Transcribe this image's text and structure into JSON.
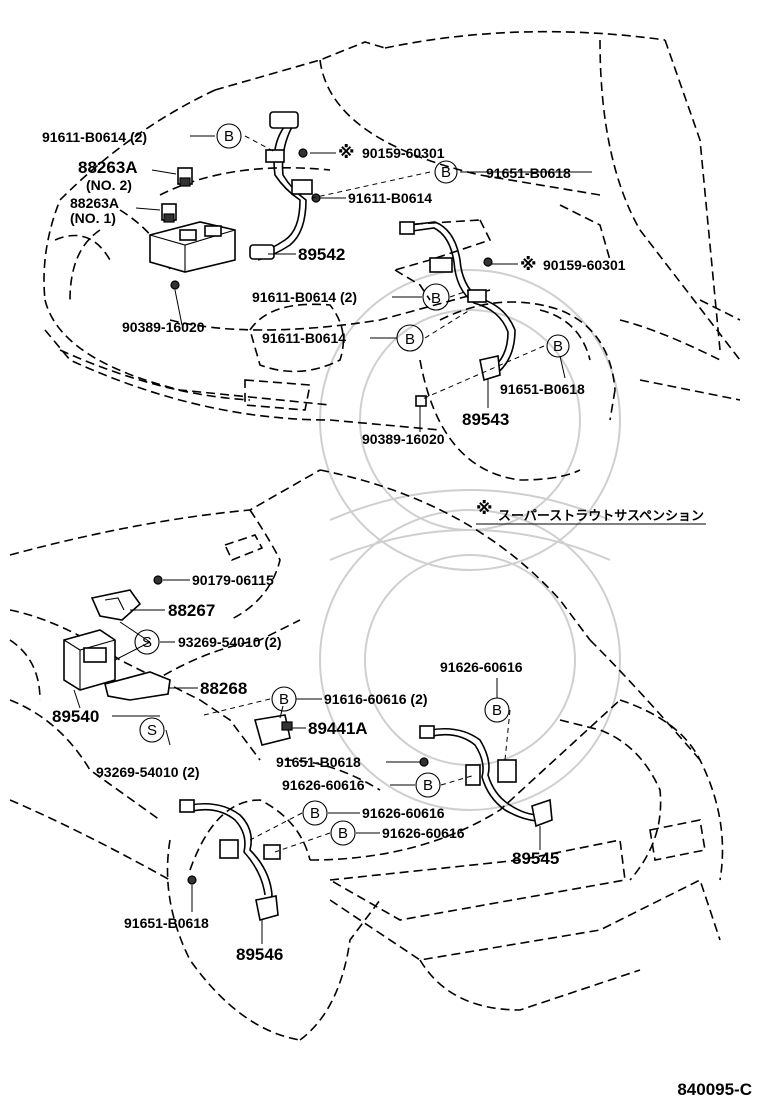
{
  "top_view": {
    "labels": [
      {
        "text": "91611-B0614 (2)",
        "badge": "B"
      },
      {
        "text": "88263A"
      },
      {
        "text": "(NO. 2)"
      },
      {
        "text": "88263A"
      },
      {
        "text": "(NO. 1)"
      },
      {
        "text": "90159-60301",
        "mark": "※"
      },
      {
        "text": "91651-B0618",
        "badge": "B"
      },
      {
        "text": "91611-B0614"
      },
      {
        "text": "89542"
      },
      {
        "text": "90159-60301",
        "mark": "※"
      },
      {
        "text": "91611-B0614 (2)",
        "badge": "B"
      },
      {
        "text": "90389-16020"
      },
      {
        "text": "91611-B0614",
        "badge": "B"
      },
      {
        "text": "91651-B0618",
        "badge": "B"
      },
      {
        "text": "89543"
      },
      {
        "text": "90389-16020"
      }
    ]
  },
  "note": {
    "mark": "※",
    "text": "スーパーストラウトサスペンション"
  },
  "bottom_view": {
    "labels": [
      {
        "text": "90179-06115"
      },
      {
        "text": "88267"
      },
      {
        "text": "93269-54010 (2)",
        "badge": "S"
      },
      {
        "text": "88268"
      },
      {
        "text": "89540"
      },
      {
        "text": "91616-60616 (2)",
        "badge": "B"
      },
      {
        "text": "89441A"
      },
      {
        "text": "93269-54010 (2)",
        "badge": "S"
      },
      {
        "text": "91626-60616",
        "badge": "B"
      },
      {
        "text": "91651-B0618"
      },
      {
        "text": "91626-60616",
        "badge": "B"
      },
      {
        "text": "91626-60616",
        "badge": "B"
      },
      {
        "text": "91626-60616",
        "badge": "B"
      },
      {
        "text": "89545"
      },
      {
        "text": "91651-B0618"
      },
      {
        "text": "89546"
      }
    ]
  },
  "diagram_code": "840095-C"
}
